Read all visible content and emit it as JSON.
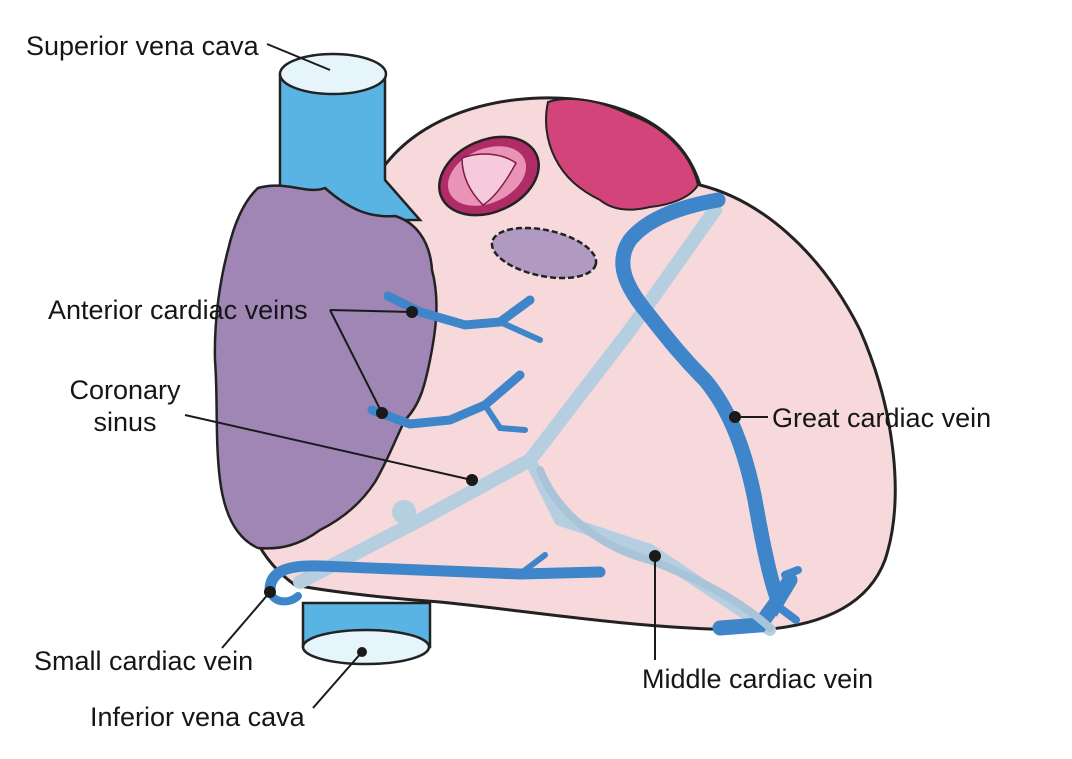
{
  "colors": {
    "heart_fill": "#f7d9dc",
    "atrium_fill": "#9f86b5",
    "vein": "#3e86c9",
    "vena_cava": "#5ab4e3",
    "vessel_cap": "#e6f5fc",
    "crimson": "#d3447a",
    "leader": "#1a1a1a"
  },
  "labels": {
    "superior_vena_cava": "Superior vena cava",
    "anterior_cardiac_veins": "Anterior cardiac veins",
    "coronary_sinus_line1": "Coronary",
    "coronary_sinus_line2": "sinus",
    "great_cardiac_vein": "Great cardiac vein",
    "small_cardiac_vein": "Small cardiac vein",
    "middle_cardiac_vein": "Middle cardiac vein",
    "inferior_vena_cava": "Inferior vena cava"
  }
}
